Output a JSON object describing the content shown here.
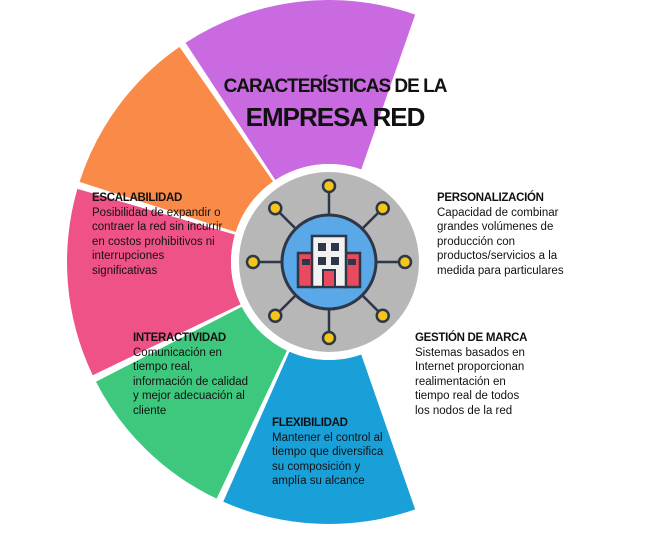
{
  "title": {
    "line1": "CARACTERÍSTICAS DE LA",
    "line2": "EMPRESA RED"
  },
  "segments": [
    {
      "key": "escalabilidad",
      "title": "ESCALABILIDAD",
      "text": "Posibilidad de expandir o\ncontraer la red sin incurrir\nen costos prohibitivos ni\ninterrupciones\nsignificativas",
      "color": "#1aa0d8"
    },
    {
      "key": "interactividad",
      "title": "INTERACTIVIDAD",
      "text": "Comunicación en\ntiempo real,\ninformación de calidad\ny mejor adecuación al\ncliente",
      "color": "#3dc87e"
    },
    {
      "key": "flexibilidad",
      "title": "FLEXIBILIDAD",
      "text": "Mantener el control al\ntiempo que diversifica\nsu composición y\namplía su alcance",
      "color": "#ef5286"
    },
    {
      "key": "gestion",
      "title": "GESTIÓN DE MARCA",
      "text": "Sistemas basados en\nInternet proporcionan\nrealimentación en\ntiempo real de todos\nlos nodos de la red",
      "color": "#f98a47"
    },
    {
      "key": "personalizacion",
      "title": "PERSONALIZACIÓN",
      "text": "Capacidad de combinar\ngrandes volúmenes de\nproducción con\nproductos/servicios a  la\nmedida para particulares",
      "color": "#c96ae0"
    }
  ],
  "icon": {
    "name": "network-building-icon",
    "hub_fill": "#b7b7b7",
    "inner_fill": "#5aa8e8",
    "building_fill": "#f2f2f2",
    "accent": "#e84a5f",
    "node_fill": "#f5c518",
    "outline": "#2d3748"
  }
}
